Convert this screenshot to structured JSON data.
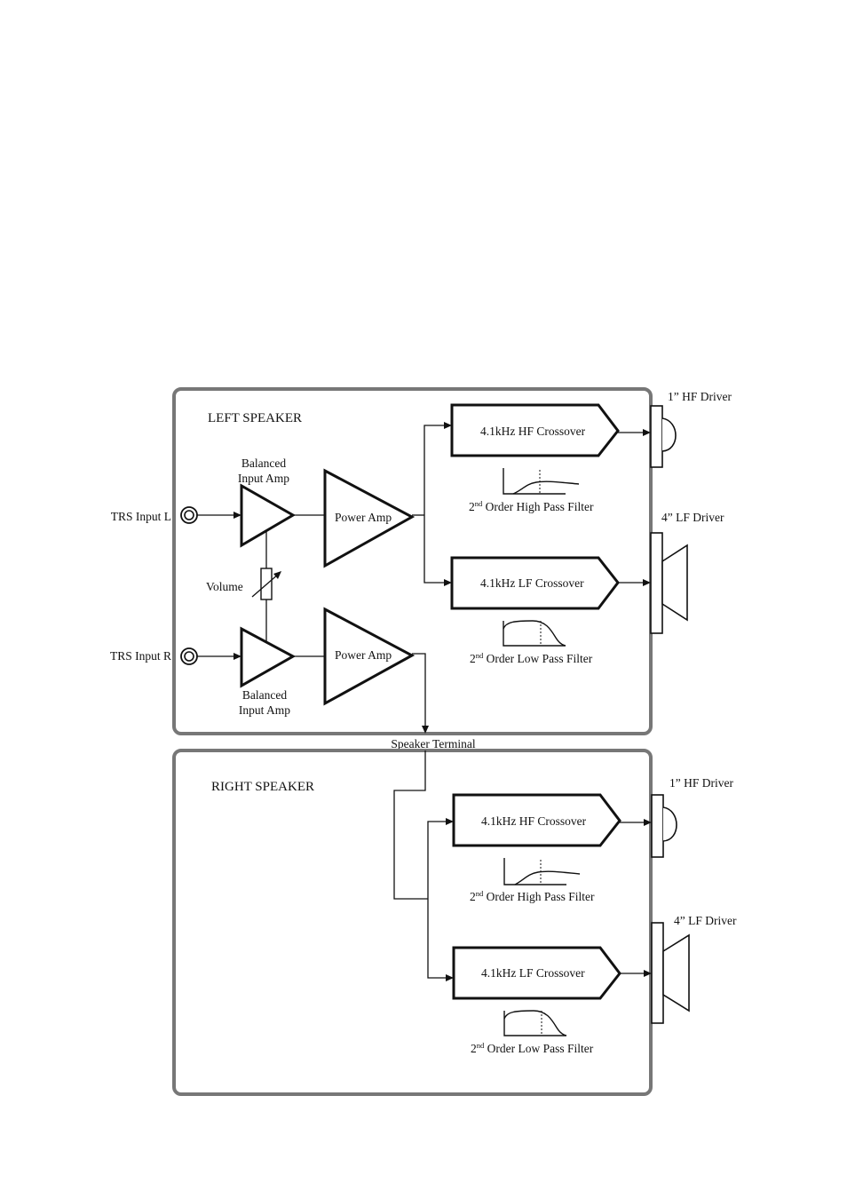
{
  "left_speaker": {
    "title": "LEFT SPEAKER",
    "input_l_label": "TRS Input L",
    "input_r_label": "TRS Input R",
    "balanced_amp_top_line1": "Balanced",
    "balanced_amp_top_line2": "Input Amp",
    "balanced_amp_bottom_line1": "Balanced",
    "balanced_amp_bottom_line2": "Input Amp",
    "volume_label": "Volume",
    "power_amp_top": "Power Amp",
    "power_amp_bottom": "Power Amp",
    "hf_crossover": "4.1kHz HF Crossover",
    "lf_crossover": "4.1kHz LF Crossover",
    "hf_filter_sup": "nd",
    "hf_filter_prefix": "2",
    "hf_filter_text": " Order High Pass Filter",
    "lf_filter_sup": "nd",
    "lf_filter_prefix": "2",
    "lf_filter_text": " Order Low Pass Filter",
    "hf_driver": "1” HF Driver",
    "lf_driver": "4” LF Driver"
  },
  "speaker_terminal": "Speaker Terminal",
  "right_speaker": {
    "title": "RIGHT SPEAKER",
    "hf_crossover": "4.1kHz HF Crossover",
    "lf_crossover": "4.1kHz LF Crossover",
    "hf_filter_sup": "nd",
    "hf_filter_prefix": "2",
    "hf_filter_text": " Order High Pass Filter",
    "lf_filter_sup": "nd",
    "lf_filter_prefix": "2",
    "lf_filter_text": " Order Low Pass Filter",
    "hf_driver": "1” HF Driver",
    "lf_driver": "4” LF Driver"
  }
}
